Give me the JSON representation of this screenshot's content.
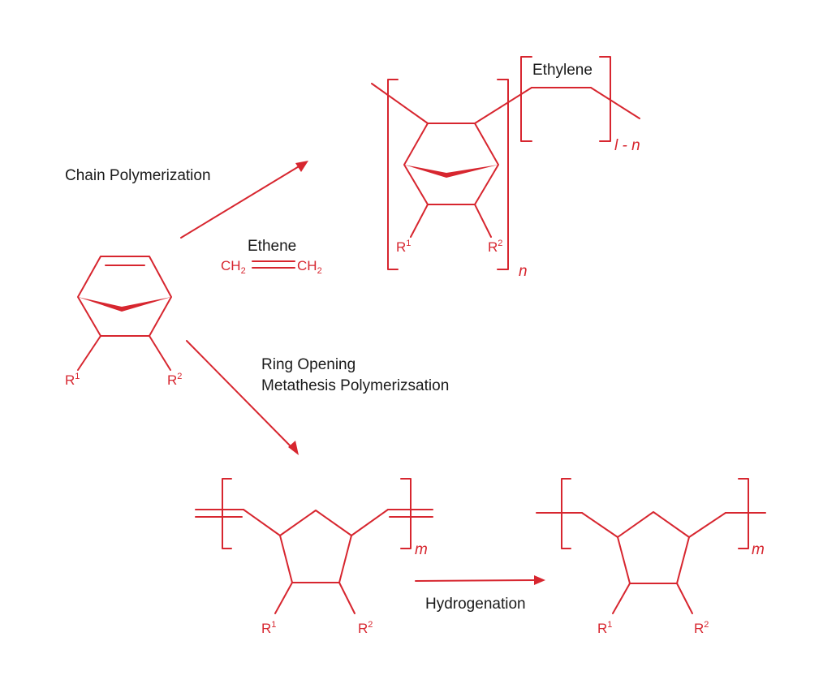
{
  "labels": {
    "chain_polymerization": "Chain Polymerization",
    "ethene": "Ethene",
    "ethylene": "Ethylene",
    "romp_line1": "Ring Opening",
    "romp_line2": "Metathesis Polymerizsation",
    "hydrogenation": "Hydrogenation"
  },
  "formula": {
    "ch2_left": "CH",
    "ch2_right": "CH",
    "sub": "2"
  },
  "substituents": {
    "r": "R",
    "sup1": "1",
    "sup2": "2"
  },
  "indices": {
    "n": "n",
    "l_minus_n": "l - n",
    "m": "m"
  },
  "colors": {
    "structure": "#d7262f",
    "text": "#1a1a1a"
  }
}
